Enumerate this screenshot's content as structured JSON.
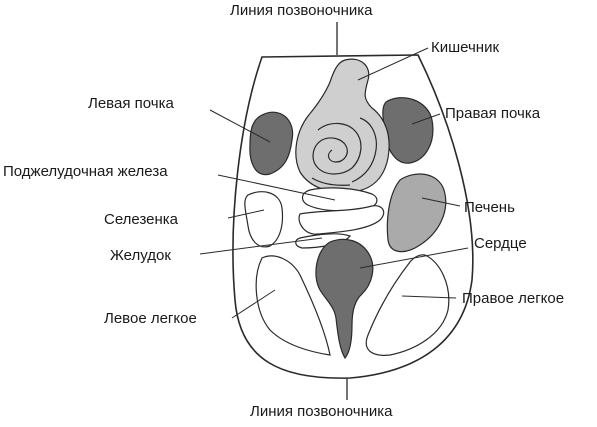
{
  "labels": {
    "spine_top": "Линия позвоночника",
    "spine_bottom": "Линия позвоночника",
    "intestine": "Кишечник",
    "left_kidney": "Левая почка",
    "right_kidney": "Правая почка",
    "pancreas": "Поджелудочная железа",
    "spleen": "Селезенка",
    "liver": "Печень",
    "stomach": "Желудок",
    "heart": "Сердце",
    "left_lung": "Левое легкое",
    "right_lung": "Правое легкое"
  },
  "colors": {
    "outline": "#2a2a2a",
    "dark_organ": "#6e6e6e",
    "medium_organ": "#aaaaaa",
    "light_organ": "#ffffff"
  }
}
